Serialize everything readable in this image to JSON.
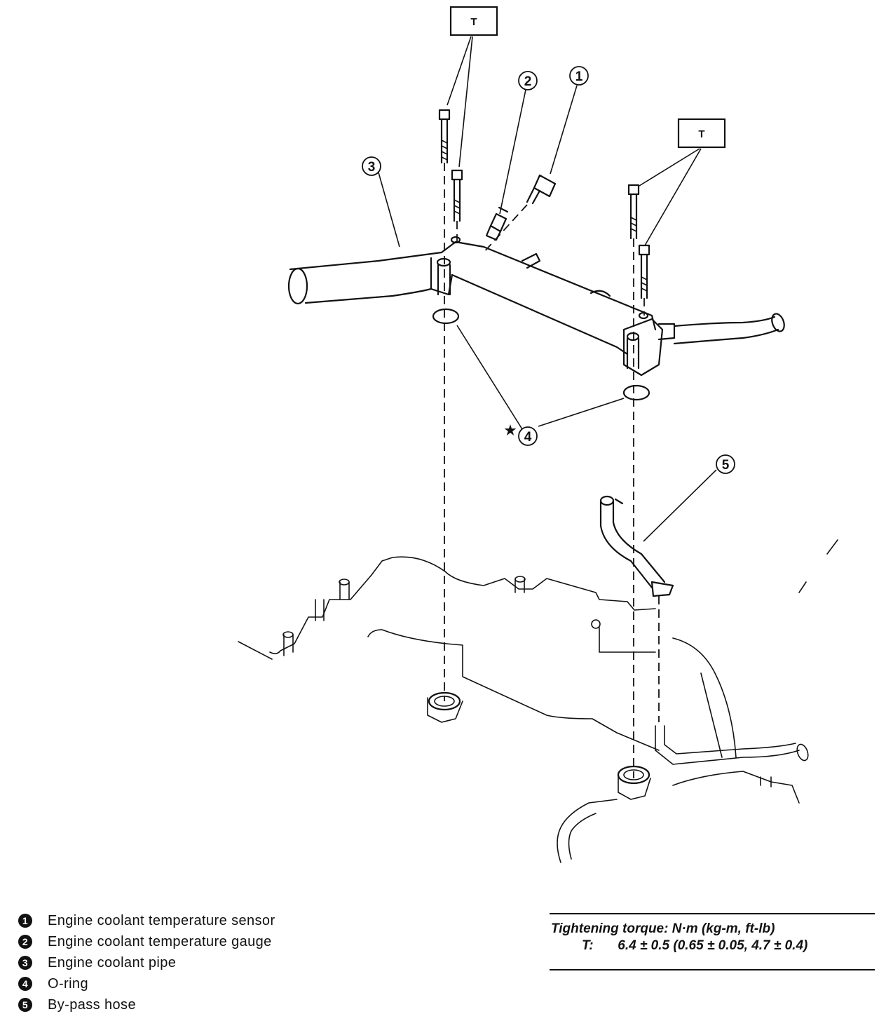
{
  "callouts": {
    "c1": "1",
    "c2": "2",
    "c3": "3",
    "c4": "4",
    "c5": "5",
    "star": "★"
  },
  "torque_tag": "T",
  "legend": [
    {
      "num": "1",
      "label": "Engine coolant temperature sensor"
    },
    {
      "num": "2",
      "label": "Engine coolant temperature gauge"
    },
    {
      "num": "3",
      "label": "Engine coolant pipe"
    },
    {
      "num": "4",
      "label": "O-ring"
    },
    {
      "num": "5",
      "label": "By-pass hose"
    }
  ],
  "torque": {
    "title": "Tightening torque: N·m (kg-m, ft-lb)",
    "tag": "T:",
    "value": "6.4 ± 0.5 (0.65 ± 0.05, 4.7 ± 0.4)"
  }
}
